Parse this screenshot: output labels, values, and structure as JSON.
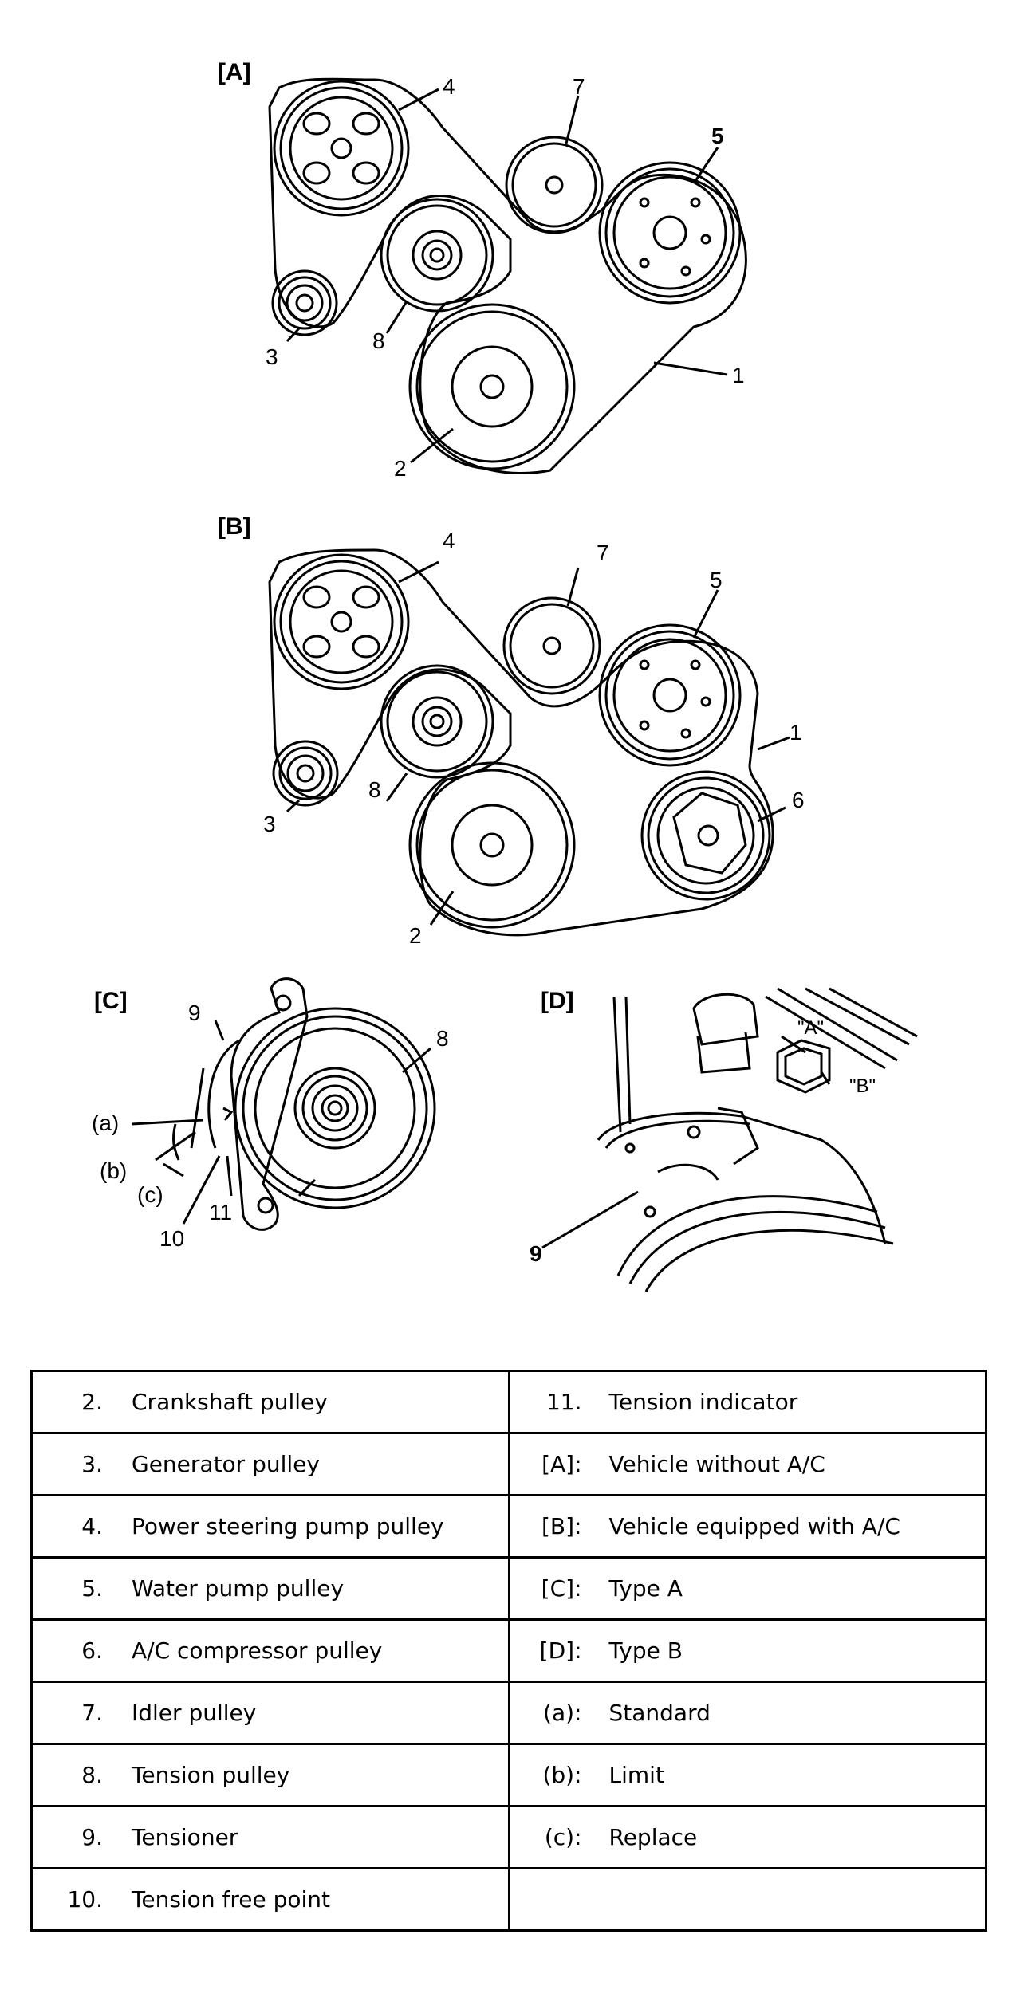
{
  "diagram": {
    "sections": {
      "a": "[A]",
      "b": "[B]",
      "c": "[C]",
      "d": "[D]"
    },
    "callouts_a": [
      "1",
      "2",
      "3",
      "4",
      "5",
      "7",
      "8"
    ],
    "callouts_b": [
      "1",
      "2",
      "3",
      "4",
      "5",
      "6",
      "7",
      "8"
    ],
    "callouts_c": [
      "8",
      "9",
      "10",
      "11",
      "(a)",
      "(b)",
      "(c)"
    ],
    "callouts_d": [
      "9",
      "\"A\"",
      "\"B\""
    ]
  },
  "legend": {
    "rows": [
      {
        "left_num": "2.",
        "left_text": "Crankshaft pulley",
        "right_num": "11.",
        "right_text": "Tension indicator"
      },
      {
        "left_num": "3.",
        "left_text": "Generator pulley",
        "right_num": "[A]:",
        "right_text": "Vehicle without A/C"
      },
      {
        "left_num": "4.",
        "left_text": "Power steering pump pulley",
        "right_num": "[B]:",
        "right_text": "Vehicle equipped with A/C"
      },
      {
        "left_num": "5.",
        "left_text": "Water pump pulley",
        "right_num": "[C]:",
        "right_text": "Type A"
      },
      {
        "left_num": "6.",
        "left_text": "A/C compressor pulley",
        "right_num": "[D]:",
        "right_text": "Type B"
      },
      {
        "left_num": "7.",
        "left_text": "Idler pulley",
        "right_num": "(a):",
        "right_text": "Standard"
      },
      {
        "left_num": "8.",
        "left_text": "Tension pulley",
        "right_num": "(b):",
        "right_text": "Limit"
      },
      {
        "left_num": "9.",
        "left_text": "Tensioner",
        "right_num": "(c):",
        "right_text": "Replace"
      },
      {
        "left_num": "10.",
        "left_text": "Tension free point",
        "right_num": "",
        "right_text": ""
      }
    ]
  }
}
